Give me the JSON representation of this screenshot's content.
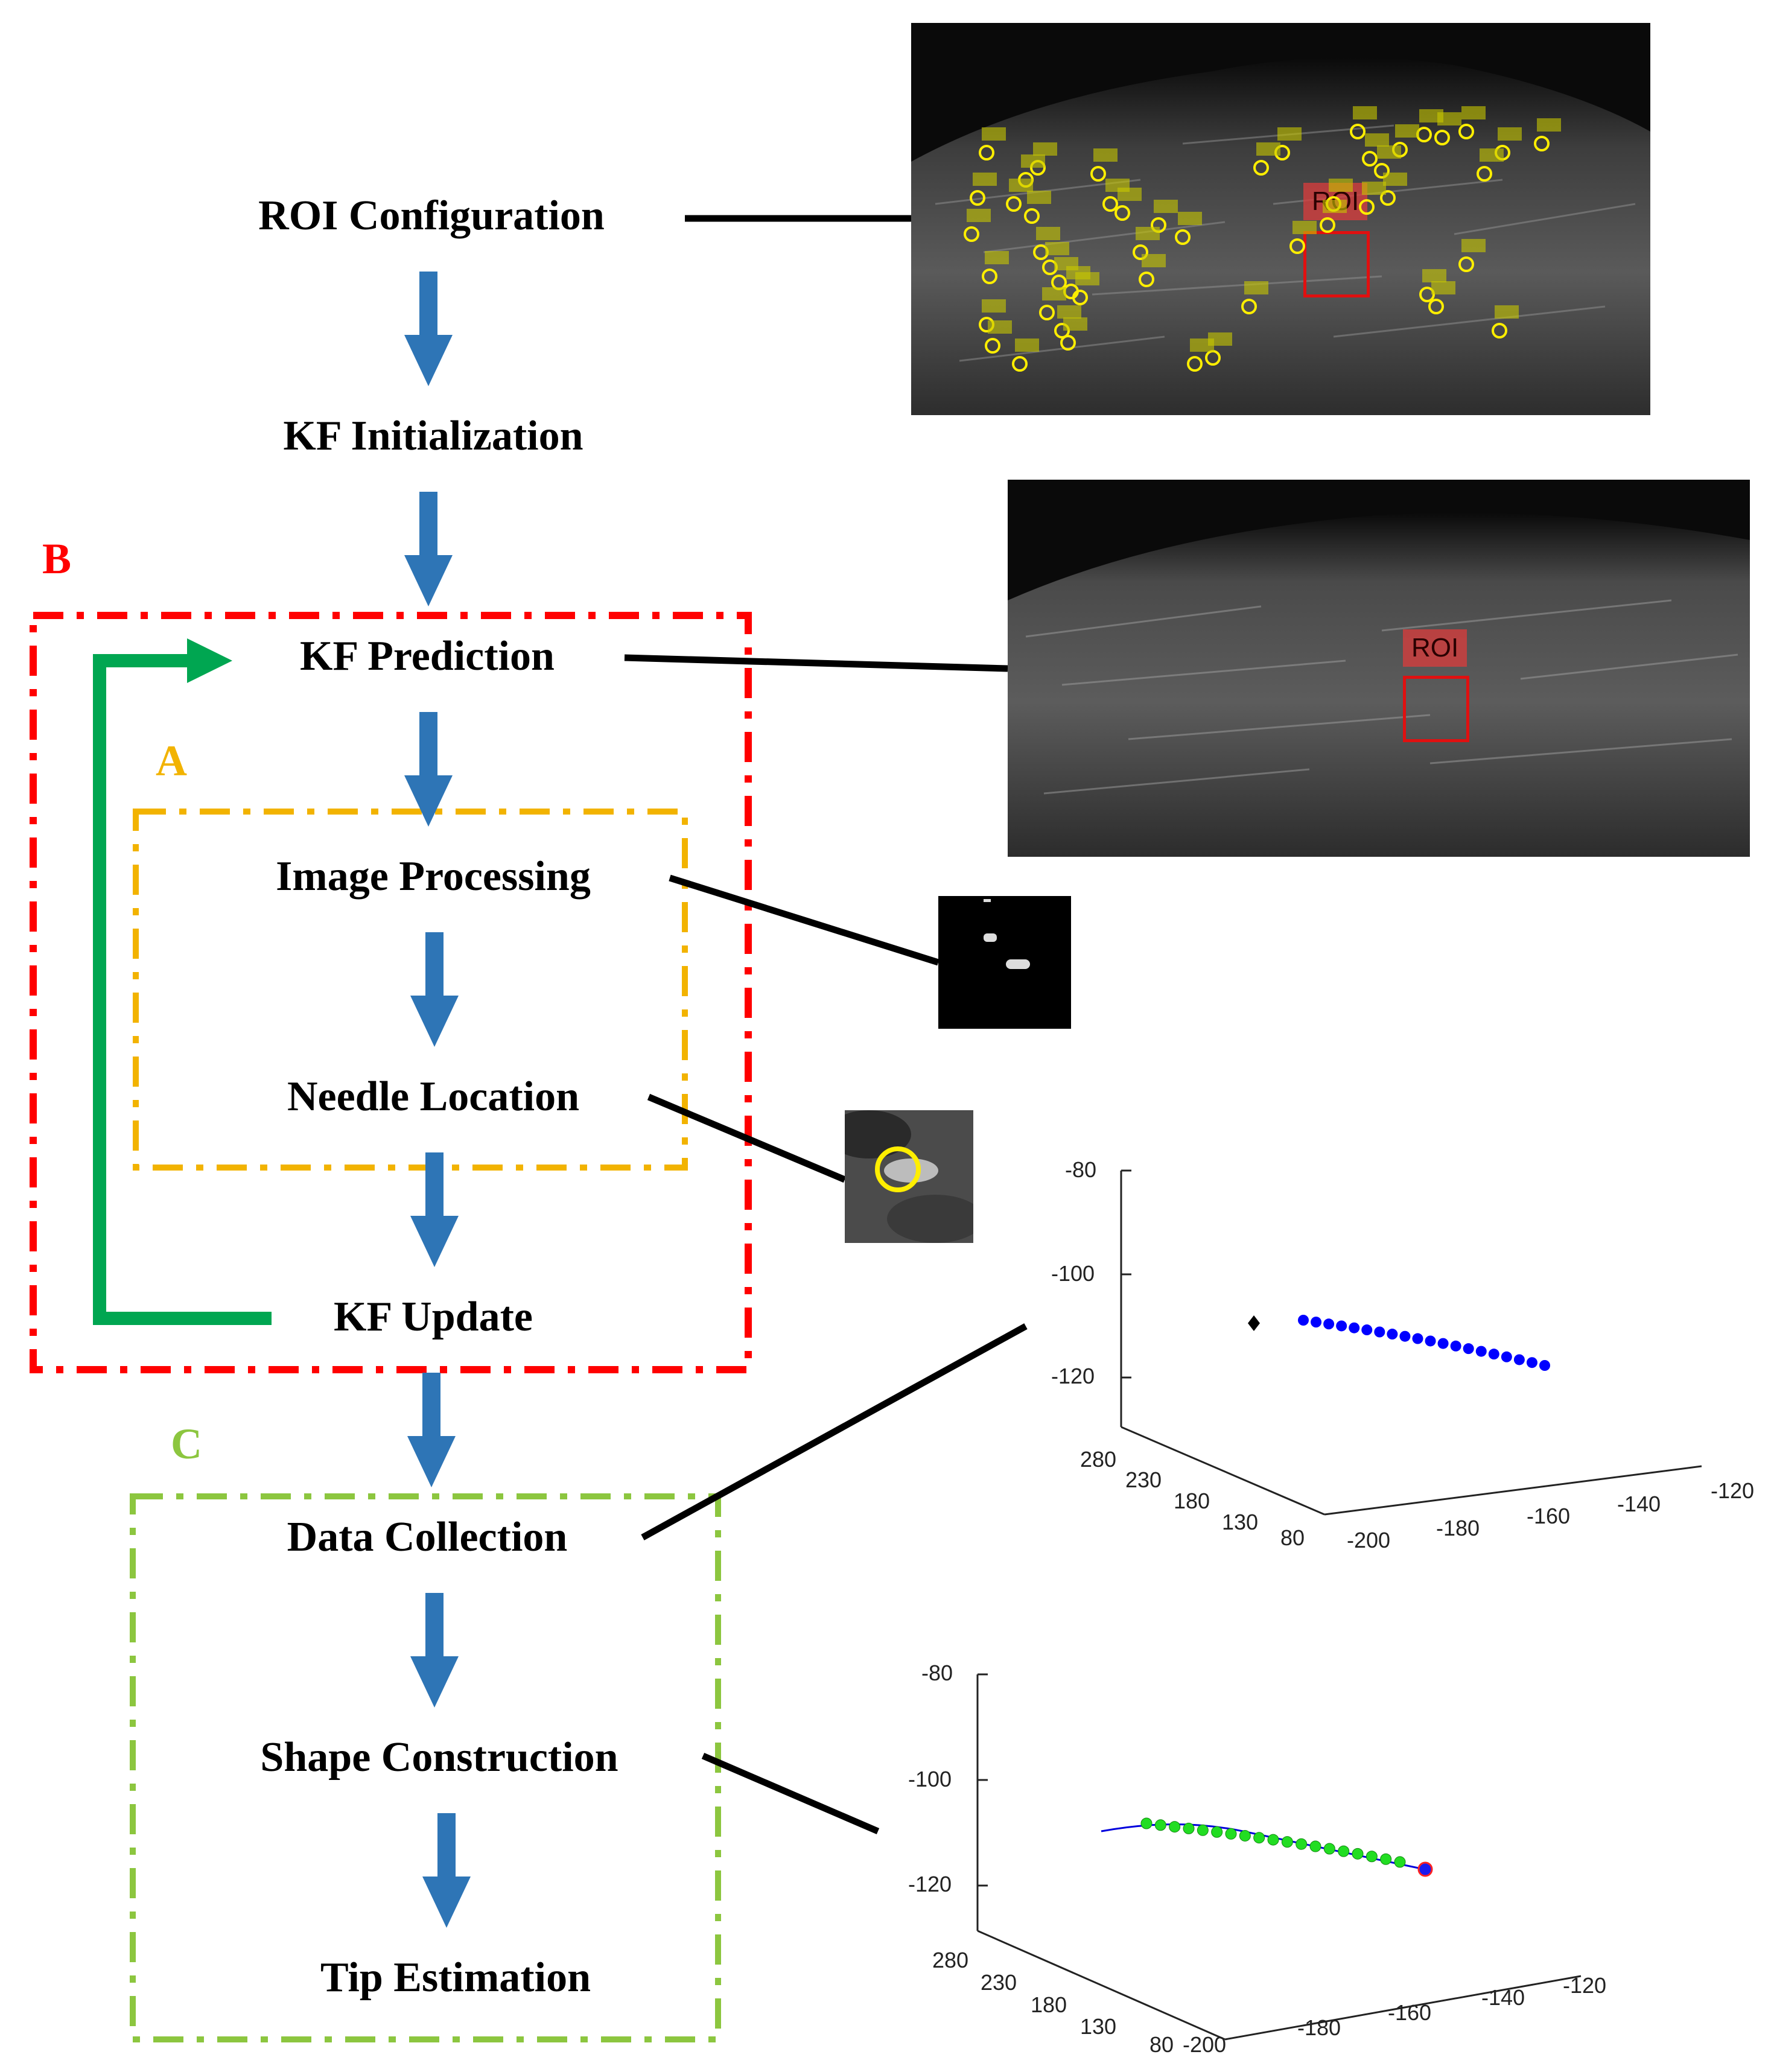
{
  "flow": {
    "steps": [
      "ROI Configuration",
      "KF Initialization",
      "KF Prediction",
      "Image Processing",
      "Needle Location",
      "KF Update",
      "Data Collection",
      "Shape Construction",
      "Tip Estimation"
    ]
  },
  "groups": {
    "a": {
      "label": "A",
      "color": "#f2b300"
    },
    "b": {
      "label": "B",
      "color": "#ff0000"
    },
    "c": {
      "label": "C",
      "color": "#8cc63f"
    }
  },
  "images": {
    "roi_label": "ROI",
    "roi_label_2": "ROI"
  },
  "plot1": {
    "z_ticks": [
      "-80",
      "-100",
      "-120"
    ],
    "y_ticks": [
      "280",
      "230",
      "180",
      "130",
      "80"
    ],
    "x_ticks": [
      "-200",
      "-180",
      "-160",
      "-140",
      "-120"
    ]
  },
  "plot2": {
    "z_ticks": [
      "-80",
      "-100",
      "-120"
    ],
    "y_ticks": [
      "280",
      "230",
      "180",
      "130",
      "80"
    ],
    "x_ticks": [
      "-200",
      "-180",
      "-160",
      "-140",
      "-120"
    ]
  },
  "colors": {
    "arrow": "#2e75b6",
    "feedback": "#00a651",
    "points_blue": "#0000ff",
    "points_green": "#22dd22"
  }
}
